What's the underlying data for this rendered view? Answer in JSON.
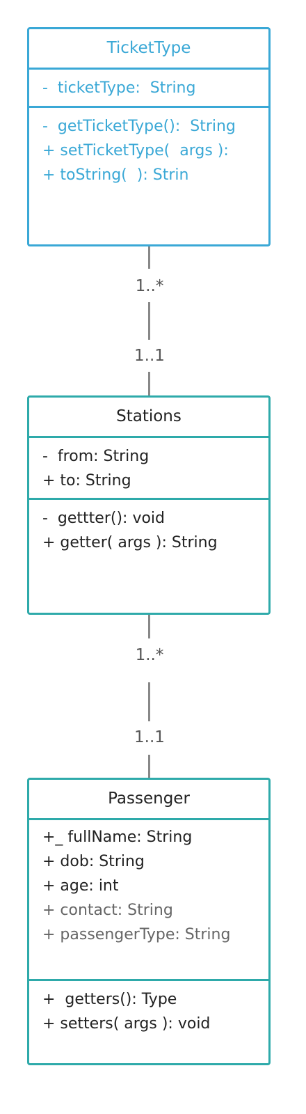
{
  "classes": [
    {
      "name": "TicketType",
      "attributes": [
        "-  ticketType:  String"
      ],
      "operations": [
        "-  getTicketType():  String",
        "+ setTicketType(  args ):",
        "+ toString(  ): Strin"
      ]
    },
    {
      "name": "Stations",
      "attributes": [
        "-  from: String",
        "+ to: String"
      ],
      "operations": [
        "-  gettter(): void",
        "+ getter( args ): String"
      ]
    },
    {
      "name": "Passenger",
      "attributes": [
        "+_ fullName: String",
        "+ dob: String",
        "+ age: int",
        "+ contact: String",
        "+ passengerType: String"
      ],
      "operations": [
        "+  getters(): Type",
        "+ setters( args ): void"
      ]
    }
  ],
  "associations": [
    {
      "from": "TicketType",
      "to": "Stations",
      "from_multiplicity": "1..*",
      "to_multiplicity": "1..1"
    },
    {
      "from": "Stations",
      "to": "Passenger",
      "from_multiplicity": "1..*",
      "to_multiplicity": "1..1"
    }
  ],
  "colors": {
    "tickettype_border": "#3aa8d6",
    "class_border": "#2eaaaa",
    "connector": "#888888"
  }
}
